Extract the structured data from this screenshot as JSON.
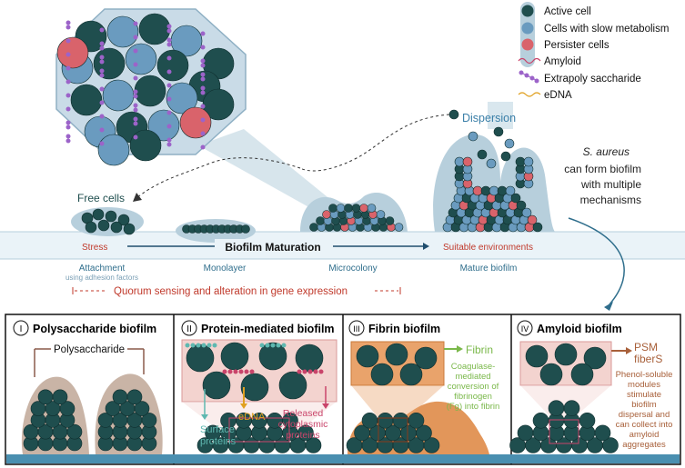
{
  "legend": {
    "items": [
      {
        "label": "Active cell",
        "color": "#1f4e4e"
      },
      {
        "label": "Cells with slow metabolism",
        "color": "#6a9bbf"
      },
      {
        "label": "Persister cells",
        "color": "#d9636b"
      },
      {
        "label": "Amyloid",
        "color": "#c9446a"
      },
      {
        "label": "Extrapoly saccharide",
        "color": "#9c63c9"
      },
      {
        "label": "eDNA",
        "color": "#e0a020"
      }
    ]
  },
  "top": {
    "dispersion": "Dispersion",
    "species_note_italic": "S. aureus",
    "species_note_lines": [
      "can form biofilm",
      "with multiple",
      "mechanisms"
    ],
    "free_cells": "Free cells",
    "stress": "Stress",
    "maturation": "Biofilm Maturation",
    "suitable": "Suitable environments",
    "stages": [
      {
        "label": "Attachment",
        "sub": "using adhesion factors"
      },
      {
        "label": "Monolayer"
      },
      {
        "label": "Microcolony"
      },
      {
        "label": "Mature biofilm"
      }
    ],
    "quorum": "Quorum sensing and alteration in gene expression"
  },
  "panels": [
    {
      "num": "I",
      "title": "Polysaccharide biofilm",
      "inner_label": "Polysaccharide"
    },
    {
      "num": "II",
      "title": "Protein-mediated biofilm",
      "edna": "eDNA",
      "surface": [
        "Surface",
        "proteins"
      ],
      "released": [
        "Released",
        "cytoplasmic",
        "proteins"
      ]
    },
    {
      "num": "III",
      "title": "Fibrin biofilm",
      "fibrin": "Fibrin",
      "desc": [
        "Coagulase-",
        "mediated",
        "conversion of",
        "fibrinogen",
        "(Fg) into fibrin"
      ]
    },
    {
      "num": "IV",
      "title": "Amyloid biofilm",
      "psm": [
        "PSM",
        "fiberS"
      ],
      "desc": [
        "Phenol-soluble",
        "modules",
        "stimulate",
        "biofilm",
        "dispersal and",
        "can collect into",
        "amyloid",
        "aggregates"
      ]
    }
  ],
  "colors": {
    "active": "#1f4e4e",
    "slow": "#6a9bbf",
    "persister": "#d9636b",
    "matrix": "#b7cfdc",
    "surface": "#4a8fb0",
    "fibrin": "#e2965a",
    "amyloid_box": "#f3d3cf",
    "poly": "#c9b4a6",
    "stress": "#c0392b",
    "quorum": "#c0392b",
    "dispersion": "#3a7fa8",
    "edna": "#e0a020",
    "surface_prot": "#5fb8b0",
    "released": "#c9446a",
    "fibrin_text": "#7ab84a",
    "psm": "#a8603a"
  }
}
